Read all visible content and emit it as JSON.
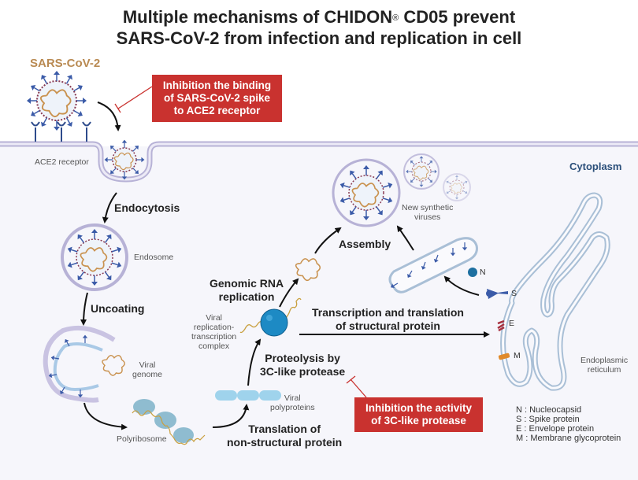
{
  "title": {
    "line1_pre": "Multiple mechanisms of CHIDON",
    "line1_reg": "®",
    "line1_post": " CD05 prevent",
    "line2": "SARS-CoV-2 from infection and replication in cell"
  },
  "labels": {
    "virus": "SARS-CoV-2",
    "ace2": "ACE2 receptor",
    "cytoplasm": "Cytoplasm",
    "endosome": "Endosome",
    "viral_genome_1": "Viral",
    "viral_genome_2": "genome",
    "polyribosome": "Polyribosome",
    "rtc_1": "Viral",
    "rtc_2": "replication-",
    "rtc_3": "transcription",
    "rtc_4": "complex",
    "polyproteins_1": "Viral",
    "polyproteins_2": "polyproteins",
    "new_viruses_1": "New synthetic",
    "new_viruses_2": "viruses",
    "er_1": "Endoplasmic",
    "er_2": "reticulum",
    "n": "N",
    "s": "S",
    "e": "E",
    "m": "M"
  },
  "steps": {
    "endocytosis": "Endocytosis",
    "uncoating": "Uncoating",
    "genomic_1": "Genomic RNA",
    "genomic_2": "replication",
    "assembly": "Assembly",
    "transcription_1": "Transcription and translation",
    "transcription_2": "of structural protein",
    "proteolysis_1": "Proteolysis by",
    "proteolysis_2": "3C-like protease",
    "translation_1": "Translation of",
    "translation_2": "non-structural protein"
  },
  "inhibitions": {
    "binding": [
      "Inhibition the binding",
      "of SARS-CoV-2 spike",
      "to ACE2 receptor"
    ],
    "protease": [
      "Inhibition the activity",
      "of 3C-like protease"
    ]
  },
  "legend": [
    "N : Nucleocapsid",
    "S : Spike protein",
    "E : Envelope protein",
    "M : Membrane glycoprotein"
  ],
  "colors": {
    "inhibition_red": "#c9322f",
    "spike_blue": "#3b5ba8",
    "membrane_purple": "#b7b2d6",
    "er_blue": "#a9bfd6",
    "rtc_blue": "#1d8ac4",
    "cytoplasm_label": "#2b4f7a",
    "virus_label": "#b98a52"
  }
}
